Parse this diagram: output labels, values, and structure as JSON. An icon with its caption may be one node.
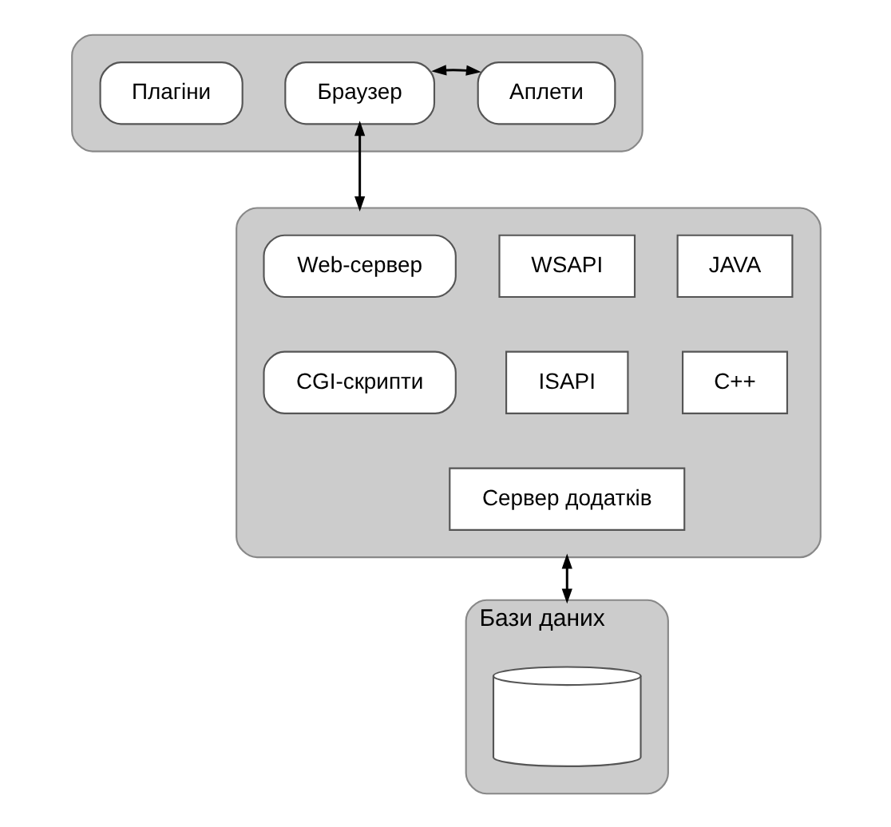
{
  "diagram": {
    "nodes": [
      {
        "text": [],
        "shape": "box"
      },
      {
        "text": [
          "Плагіни"
        ],
        "in": 0
      },
      {
        "text": [
          "Браузер"
        ],
        "in": 0
      },
      {
        "text": [
          "Аплети"
        ],
        "in": 0
      },
      {
        "text": [],
        "shape": "box"
      },
      {
        "text": [
          "Web-сервер"
        ],
        "in": 4
      },
      {
        "text": [
          "CGI-скрипти"
        ],
        "in": 4
      },
      {
        "text": [
          "WSAPI"
        ],
        "in": 4
      },
      {
        "text": [
          "JAVA"
        ],
        "in": 4
      },
      {
        "text": [
          "ISAPI"
        ],
        "in": 4
      },
      {
        "text": [
          "C++"
        ],
        "in": 4
      },
      {
        "text": [
          "Сервер додатків"
        ],
        "in": 4
      },
      {
        "text": [
          "Бази даних"
        ]
      },
      {
        "text": [],
        "shape": "cylinder",
        "in": 12
      }
    ],
    "edges": [
      {
        "from": 2,
        "to": 3,
        "arrow": "both"
      },
      {
        "from": 2,
        "to": 4,
        "arrow": "both"
      },
      {
        "from": 4,
        "to": 12,
        "arrow": "both"
      }
    ]
  }
}
